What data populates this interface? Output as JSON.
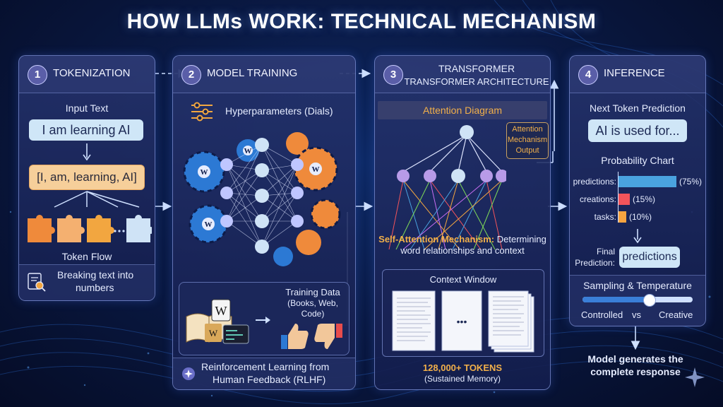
{
  "title": "HOW LLMs WORK: TECHNICAL MECHANISM",
  "panel1": {
    "number": "1",
    "title": "TOKENIZATION",
    "input_label": "Input Text",
    "input_text": "I am learning AI",
    "tokens": "[I, am, learning, AI]",
    "flow_label": "Token Flow",
    "footer": [
      "Breaking text into",
      "numbers"
    ]
  },
  "panel2": {
    "number": "2",
    "title": "MODEL TRAINING",
    "hyperparams": "Hyperparameters (Dials)",
    "training_data": [
      "Training Data",
      "(Books, Web,",
      "Code)"
    ],
    "wiki_glyph": "W",
    "footer": [
      "Reinforcement Learning from",
      "Human Feedback (RLHF)"
    ]
  },
  "panel3": {
    "number": "3",
    "title_line1": "TRANSFORMER",
    "title_line2": "TRANSFORMER ARCHITECTURE",
    "attention_diagram": "Attention Diagram",
    "attention_output": [
      "Attention",
      "Mechanism",
      "Output"
    ],
    "self_attention_bold": "Self-Attention Mechanism:",
    "self_attention_rest": "Determining",
    "self_attention_line2": "word relationships and context",
    "context_window": "Context Window",
    "ellipsis": "•••",
    "tokens": "128,000+ TOKENS",
    "memory": "(Sustained Memory)"
  },
  "panel4": {
    "number": "4",
    "title": "INFERENCE",
    "next_token": "Next Token Prediction",
    "prompt": "AI is used for...",
    "prob_chart": "Probability Chart",
    "bars": [
      {
        "label": "predictions:",
        "value": 75,
        "pct": "(75%)",
        "color": "#4aa3df"
      },
      {
        "label": "creations:",
        "value": 15,
        "pct": "(15%)",
        "color": "#f2545b"
      },
      {
        "label": "tasks:",
        "value": 10,
        "pct": "(10%)",
        "color": "#f7a440"
      }
    ],
    "final_label": [
      "Final",
      "Prediction:"
    ],
    "final_value": "predictions",
    "sampling": "Sampling & Temperature",
    "controlled": "Controlled",
    "vs": "vs",
    "creative": "Creative",
    "temperature": 0.6
  },
  "footer_note": [
    "Model generates the",
    "complete response"
  ]
}
